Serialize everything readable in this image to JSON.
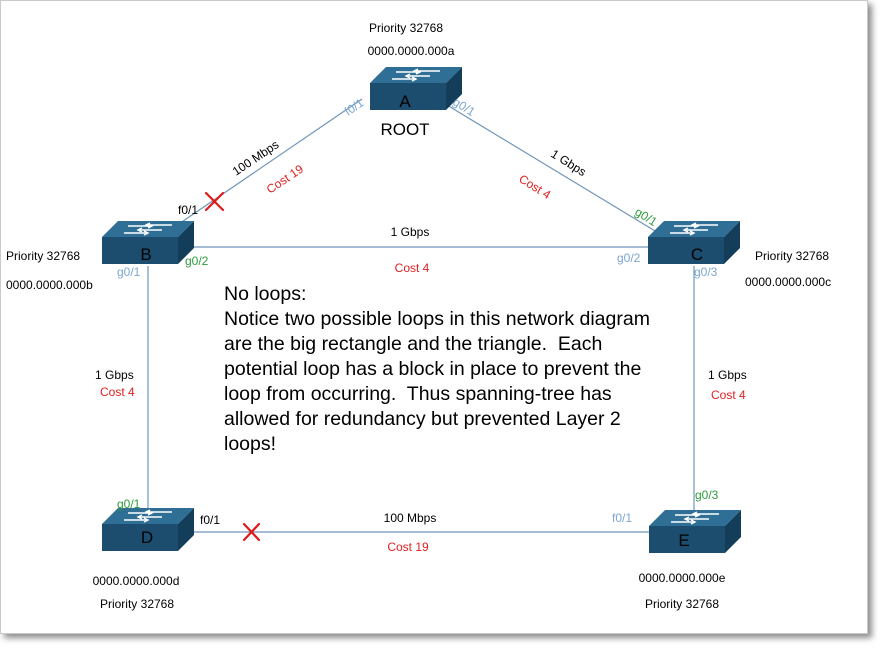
{
  "colors": {
    "link_line": "#6f95b8",
    "switch_top": "#2f6f96",
    "switch_front": "#1c4d6e",
    "port_blue": "#7aa6cf",
    "port_green": "#2e9b3d",
    "cost_red": "#e02020",
    "block_red": "#e01a1a",
    "text": "#000000"
  },
  "switches": {
    "A": {
      "letter": "A",
      "role": "ROOT",
      "priority": "Priority 32768",
      "mac": "0000.0000.000a"
    },
    "B": {
      "letter": "B",
      "priority": "Priority 32768",
      "mac": "0000.0000.000b"
    },
    "C": {
      "letter": "C",
      "priority": "Priority 32768",
      "mac": "0000.0000.000c"
    },
    "D": {
      "letter": "D",
      "priority": "Priority 32768",
      "mac": "0000.0000.000d"
    },
    "E": {
      "letter": "E",
      "priority": "Priority 32768",
      "mac": "0000.0000.000e"
    }
  },
  "links": {
    "AB": {
      "speed": "100 Mbps",
      "cost": "Cost 19",
      "port_a": "f0/1",
      "port_b": "f0/1",
      "blocked": true
    },
    "AC": {
      "speed": "1 Gbps",
      "cost": "Cost 4",
      "port_a": "g0/1",
      "port_c": "g0/1"
    },
    "BC": {
      "speed": "1 Gbps",
      "cost": "Cost 4",
      "port_b": "g0/2",
      "port_c": "g0/2"
    },
    "BD": {
      "speed": "1 Gbps",
      "cost": "Cost 4",
      "port_b": "g0/1",
      "port_d": "g0/1"
    },
    "CE": {
      "speed": "1 Gbps",
      "cost": "Cost 4",
      "port_c": "g0/3",
      "port_e": "g0/3"
    },
    "DE": {
      "speed": "100 Mbps",
      "cost": "Cost 19",
      "port_d": "f0/1",
      "port_e": "f0/1",
      "blocked": true
    }
  },
  "note": {
    "lines": [
      "No loops:",
      "Notice two possible loops in this network diagram",
      "are the big rectangle and the triangle.  Each",
      "potential loop has a block in place to prevent the",
      "loop from occurring.  Thus spanning-tree has",
      "allowed for redundancy but prevented Layer 2",
      "loops!"
    ]
  },
  "icons": {
    "switch": "network-switch-icon",
    "block": "blocked-port-x-icon"
  }
}
